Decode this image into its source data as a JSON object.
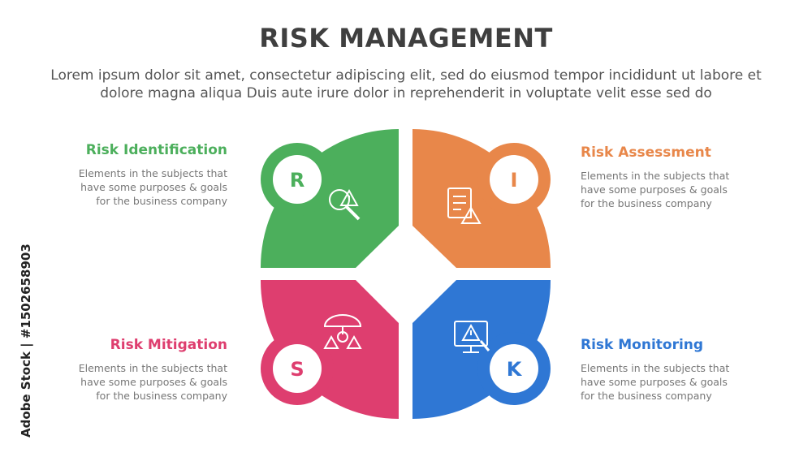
{
  "title": "RISK MANAGEMENT",
  "subtitle": "Lorem ipsum dolor sit amet, consectetur adipiscing elit, sed do eiusmod tempor incididunt ut labore et dolore magna aliqua Duis aute irure dolor in reprehenderit in voluptate velit esse sed do",
  "watermark": "Adobe Stock | #1502658903",
  "segments": [
    {
      "letter": "R",
      "color": "#4caf5c",
      "heading": "Risk Identification",
      "desc": "Elements in the subjects that\nhave  some purposes & goals\nfor the  business company",
      "icon": "magnifier-warning-icon"
    },
    {
      "letter": "I",
      "color": "#e8874a",
      "heading": "Risk Assessment",
      "desc": "Elements in the subjects that\nhave  some purposes & goals\nfor the  business company",
      "icon": "checklist-warning-icon"
    },
    {
      "letter": "S",
      "color": "#de3e6f",
      "heading": "Risk Mitigation",
      "desc": "Elements in the subjects that\nhave  some purposes & goals\nfor the  business company",
      "icon": "umbrella-warning-icon"
    },
    {
      "letter": "K",
      "color": "#2f77d4",
      "heading": "Risk Monitoring",
      "desc": "Elements in the subjects that\nhave  some purposes & goals\nfor the  business company",
      "icon": "monitor-warning-icon"
    }
  ]
}
